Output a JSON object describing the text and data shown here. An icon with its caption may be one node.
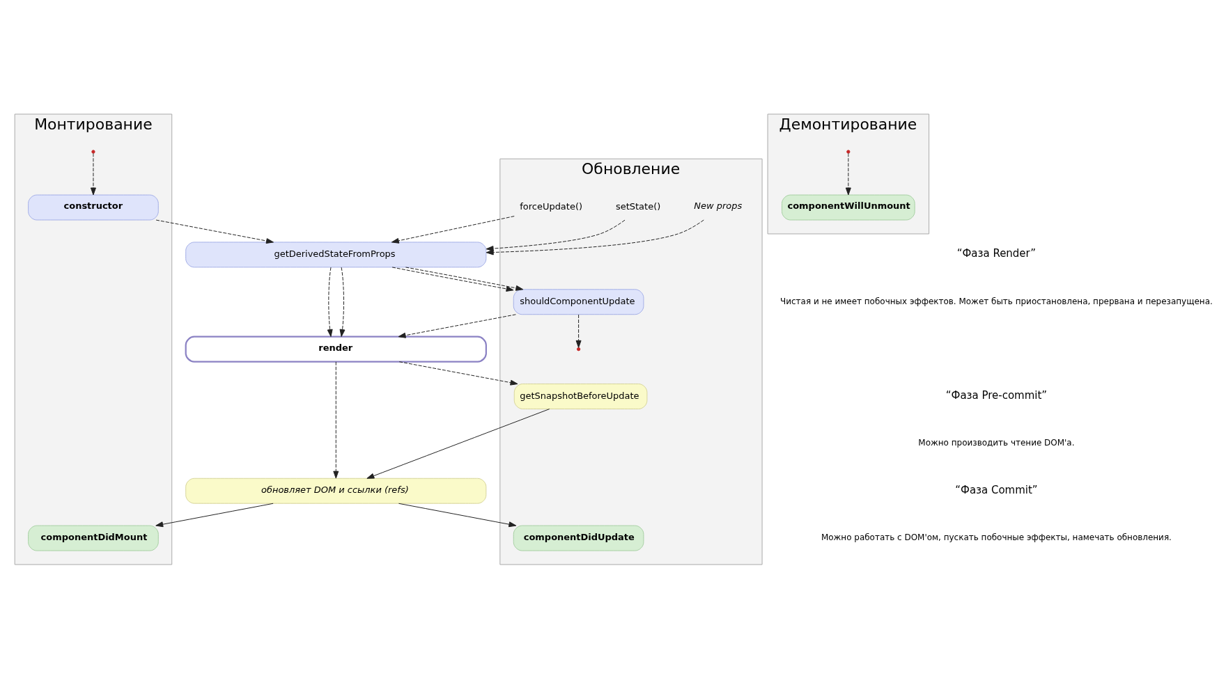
{
  "diagram": {
    "nodes": [
      {
        "text": [
          "Монтирование"
        ]
      },
      {
        "text": [
          "Обновление"
        ]
      },
      {
        "text": [
          "Демонтирование"
        ]
      },
      {
        "text": [
          "constructor"
        ],
        "in": 0
      },
      {
        "text": [
          "New props"
        ],
        "in": 1
      },
      {
        "text": [
          "setState()"
        ],
        "in": 1
      },
      {
        "text": [
          "forceUpdate()"
        ],
        "in": 1
      },
      {
        "text": [
          "getDerivedStateFromProps"
        ]
      },
      {
        "text": [
          "shouldComponentUpdate"
        ],
        "in": 1
      },
      {
        "text": [
          "render"
        ]
      },
      {
        "text": [
          "getSnapshotBeforeUpdate"
        ],
        "in": 1
      },
      {
        "text": [
          "обновляет DOM и ссылки (refs)"
        ]
      },
      {
        "text": [
          "componentDidMount"
        ],
        "in": 0
      },
      {
        "text": [
          "componentDidUpdate"
        ],
        "in": 1
      },
      {
        "text": [
          "componentWillUnmount"
        ],
        "in": 2
      }
    ],
    "edges": [
      {
        "from": null,
        "to": 3,
        "arrow": "to",
        "style": "dashed"
      },
      {
        "from": 3,
        "to": 7,
        "arrow": "to",
        "style": "dashed"
      },
      {
        "from": 4,
        "to": 7,
        "arrow": "to",
        "style": "dashed"
      },
      {
        "from": 5,
        "to": 7,
        "arrow": "to",
        "style": "dashed"
      },
      {
        "from": 6,
        "to": 7,
        "arrow": "to",
        "style": "dashed"
      },
      {
        "from": 7,
        "to": 9,
        "arrow": "to",
        "style": "dashed"
      },
      {
        "from": 7,
        "to": 8,
        "arrow": "to",
        "style": "dashed"
      },
      {
        "from": 7,
        "to": 8,
        "arrow": "to",
        "style": "dashed"
      },
      {
        "from": 7,
        "to": 9,
        "arrow": "to",
        "style": "dashed"
      },
      {
        "from": 8,
        "to": 9,
        "arrow": "to",
        "style": "dashed"
      },
      {
        "from": 8,
        "to": null,
        "arrow": "to",
        "style": "dashed"
      },
      {
        "from": 9,
        "to": 11,
        "arrow": "to",
        "style": "dashed"
      },
      {
        "from": 9,
        "to": 10,
        "arrow": "to",
        "style": "dashed"
      },
      {
        "from": 10,
        "to": 11,
        "arrow": "to"
      },
      {
        "from": 11,
        "to": 12,
        "arrow": "to"
      },
      {
        "from": 11,
        "to": 13,
        "arrow": "to"
      },
      {
        "from": null,
        "to": 14,
        "arrow": "to",
        "style": "dashed"
      }
    ],
    "labels": [
      "“Фаза Render”",
      "Чистая и не имеет побочных эффектов. Может быть приостановлена, прервана и перезапущена.",
      "“Фаза Pre-commit”",
      "Можно производить чтение DOM'а.",
      "“Фаза Commit”",
      "Можно работать с DOM'ом, пускать побочные эффекты, намечать обновления."
    ]
  }
}
